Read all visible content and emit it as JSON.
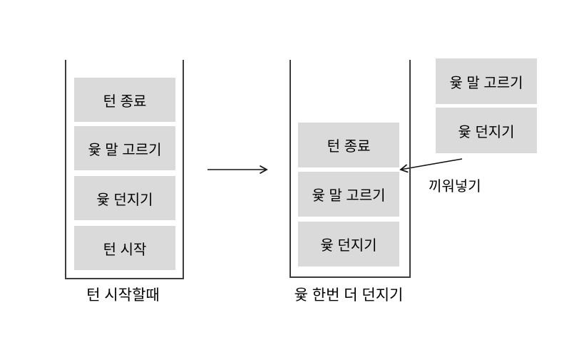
{
  "diagram": {
    "left_stack": {
      "items": [
        {
          "label": "턴 종료"
        },
        {
          "label": "윷 말 고르기"
        },
        {
          "label": "윷 던지기"
        },
        {
          "label": "턴 시작"
        }
      ],
      "caption": "턴 시작할때"
    },
    "right_stack": {
      "items": [
        {
          "label": "턴 종료"
        },
        {
          "label": "윷 말 고르기"
        },
        {
          "label": "윷 던지기"
        }
      ],
      "caption": "윷 한번 더 던지기"
    },
    "incoming_items": [
      {
        "label": "윷 말 고르기"
      },
      {
        "label": "윷 던지기"
      }
    ],
    "insert_label": "끼워넣기",
    "icons": {
      "transition_arrow": "right-arrow-icon",
      "insert_arrow": "left-arrow-icon"
    },
    "colors": {
      "background": "#ffffff",
      "box_fill": "#dadada",
      "stack_border": "#3c3c3c",
      "arrow": "#151515",
      "text": "#000000"
    }
  }
}
